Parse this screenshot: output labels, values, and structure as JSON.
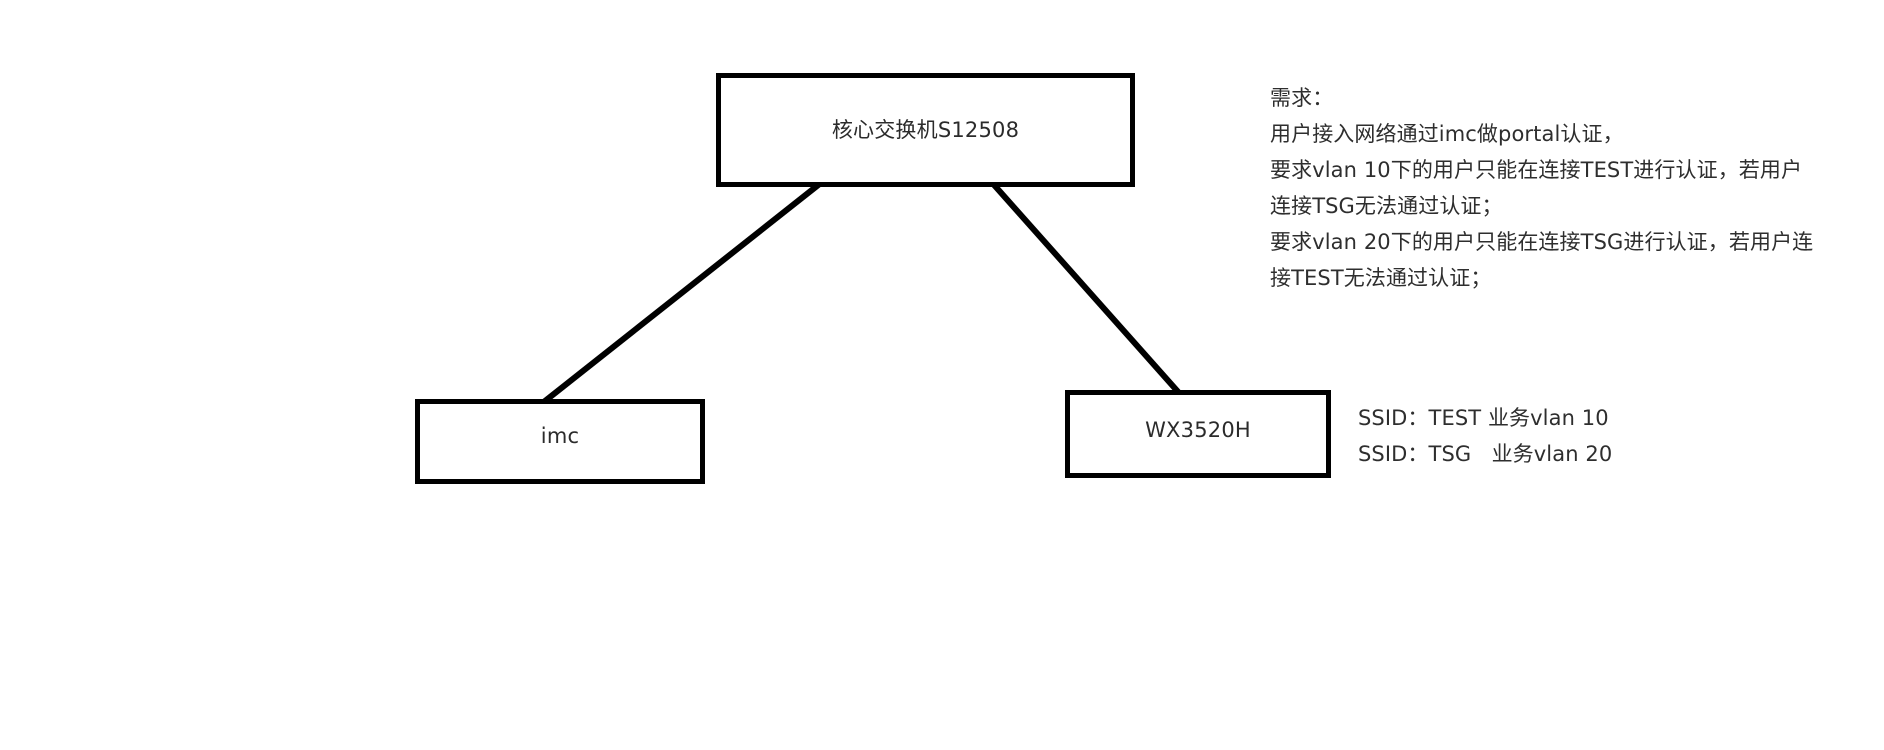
{
  "diagram": {
    "title": "Network topology: core switch with imc and wireless controller",
    "background_color": "#ffffff",
    "stroke_color": "#000000",
    "text_color": "#2e2e2e",
    "nodes": [
      {
        "id": "core",
        "label": "核心交换机S12508"
      },
      {
        "id": "imc",
        "label": "imc"
      },
      {
        "id": "wx",
        "label": "WX3520H"
      }
    ],
    "links": [
      {
        "from": "core",
        "to": "imc"
      },
      {
        "from": "core",
        "to": "wx"
      }
    ]
  },
  "requirements": {
    "lines": [
      "需求：",
      "用户接入网络通过imc做portal认证，",
      "要求vlan 10下的用户只能在连接TEST进行认证，若用户",
      "连接TSG无法通过认证；",
      "要求vlan 20下的用户只能在连接TSG进行认证，若用户连",
      "接TEST无法通过认证；"
    ]
  },
  "ssid_notes": {
    "lines": [
      "SSID：TEST 业务vlan 10",
      "SSID：TSG   业务vlan 20"
    ]
  }
}
